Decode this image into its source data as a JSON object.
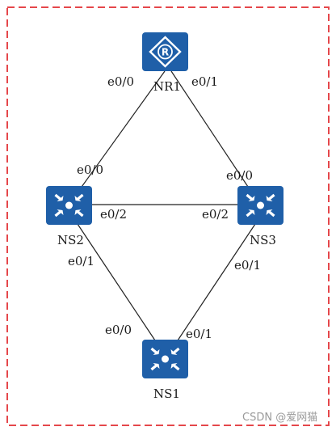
{
  "colors": {
    "device": "#1f5fa8",
    "border": "#e5474b",
    "line": "#222222"
  },
  "devices": [
    {
      "id": "NR1",
      "name": "NR1",
      "type": "router",
      "icon": "router-icon"
    },
    {
      "id": "NS2",
      "name": "NS2",
      "type": "switch",
      "icon": "switch-icon"
    },
    {
      "id": "NS3",
      "name": "NS3",
      "type": "switch",
      "icon": "switch-icon"
    },
    {
      "id": "NS1",
      "name": "NS1",
      "type": "switch",
      "icon": "switch-icon"
    }
  ],
  "links": [
    {
      "from": "NR1",
      "to": "NS2",
      "from_port": "e0/0",
      "to_port": "e0/0"
    },
    {
      "from": "NR1",
      "to": "NS3",
      "from_port": "e0/1",
      "to_port": "e0/0"
    },
    {
      "from": "NS2",
      "to": "NS3",
      "from_port": "e0/2",
      "to_port": "e0/2"
    },
    {
      "from": "NS2",
      "to": "NS1",
      "from_port": "e0/1",
      "to_port": "e0/0"
    },
    {
      "from": "NS3",
      "to": "NS1",
      "from_port": "e0/1",
      "to_port": "e0/1"
    }
  ],
  "watermark": "CSDN @爱网猫"
}
